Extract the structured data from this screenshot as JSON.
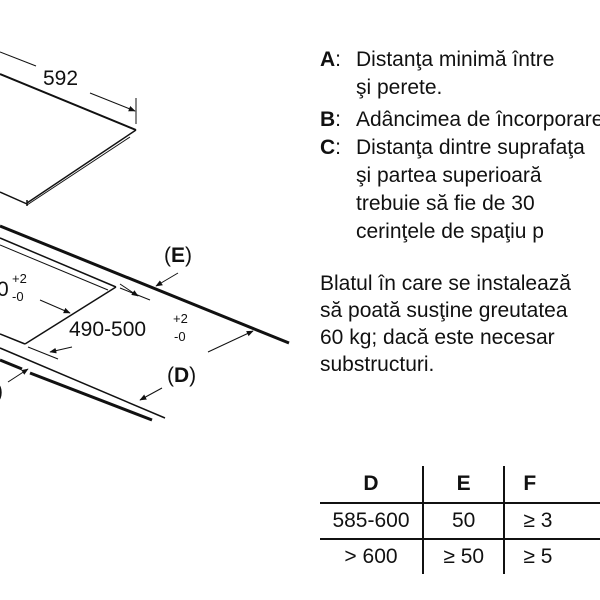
{
  "drawing": {
    "dim_width": "592",
    "dim_cutout_partial": "0",
    "dim_cutout_partial_tol_plus": "+2",
    "dim_cutout_partial_tol_minus": "-0",
    "dim_depth": "490-500",
    "dim_depth_tol_plus": "+2",
    "dim_depth_tol_minus": "-0",
    "label_e_open": "(",
    "label_e": "E",
    "label_e_close": ")",
    "label_d_open": "(",
    "label_d": "D",
    "label_d_close": ")",
    "label_partial": ")"
  },
  "legend": [
    {
      "key": "A",
      "lines": [
        "Distanţa minimă între",
        "şi perete."
      ]
    },
    {
      "key": "B",
      "lines": [
        "Adâncimea de încorporare"
      ]
    },
    {
      "key": "C",
      "lines": [
        "Distanţa dintre suprafaţa",
        "şi partea superioară",
        "trebuie să fie de 30",
        "cerinţele de spaţiu p"
      ]
    }
  ],
  "paragraph": [
    "Blatul în care se instalează",
    "să poată susţine greutatea",
    "60 kg; dacă este necesar",
    "substructuri."
  ],
  "table": {
    "headers": [
      "D",
      "E",
      "F"
    ],
    "rows": [
      [
        "585-600",
        "50",
        "≥ 3"
      ],
      [
        "> 600",
        "≥ 50",
        "≥ 5"
      ]
    ]
  }
}
